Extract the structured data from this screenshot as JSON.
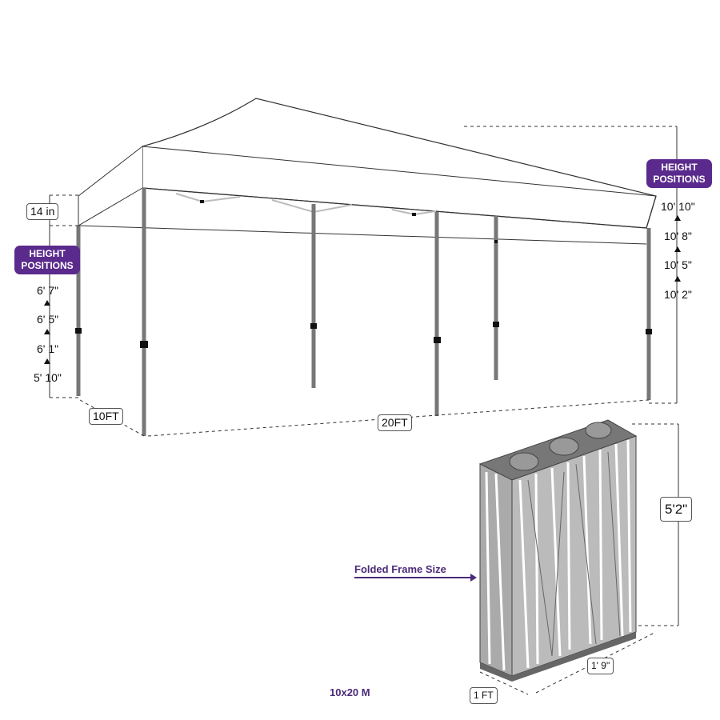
{
  "diagram": {
    "title": "10x20 M",
    "colors": {
      "accent_purple": "#5a2a8c",
      "frame_gray": "#888888",
      "line": "#333333"
    },
    "canopy": {
      "width_label": "10FT",
      "length_label": "20FT",
      "peak_label": "14 in"
    },
    "left_heights": {
      "badge": "HEIGHT POSITIONS",
      "values": [
        "6' 7\"",
        "6' 5\"",
        "6' 1\"",
        "5' 10\""
      ]
    },
    "right_heights": {
      "badge": "HEIGHT POSITIONS",
      "values": [
        "10' 10\"",
        "10' 8\"",
        "10' 5\"",
        "10' 2\""
      ]
    },
    "folded_frame": {
      "caption": "Folded Frame Size",
      "height_label": "5'2\"",
      "depth_label": "1' 9\"",
      "width_label": "1 FT"
    }
  }
}
